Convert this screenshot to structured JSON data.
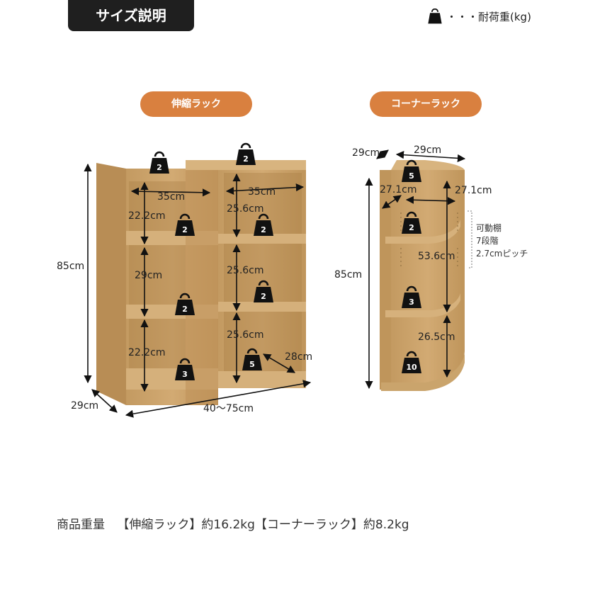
{
  "title": "サイズ説明",
  "legend": {
    "dots": "・・・",
    "label": "耐荷重(kg)"
  },
  "racks": {
    "extend": {
      "label": "伸縮ラック",
      "dims": {
        "height": "85cm",
        "depth": "29cm",
        "width": "40〜75cm",
        "cell_width_left": "35cm",
        "cell_width_right": "35cm",
        "left_rows": [
          "22.2cm",
          "29cm",
          "22.2cm"
        ],
        "right_rows": [
          "25.6cm",
          "25.6cm",
          "25.6cm"
        ],
        "inner_depth": "28cm"
      },
      "weights": [
        "2",
        "2",
        "2",
        "2",
        "2",
        "2",
        "3",
        "5"
      ]
    },
    "corner": {
      "label": "コーナーラック",
      "dims": {
        "height": "85cm",
        "depth": "29cm",
        "width": "29cm",
        "inner_left": "27.1cm",
        "inner_right": "27.1cm",
        "upper": "53.6cm",
        "lower": "26.5cm"
      },
      "weights": [
        "5",
        "2",
        "3",
        "10"
      ],
      "note": [
        "可動棚",
        "7段階",
        "2.7cmピッチ"
      ]
    }
  },
  "footer": {
    "prefix": "商品重量",
    "extend": "【伸縮ラック】約16.2kg",
    "corner": "【コーナーラック】約8.2kg"
  },
  "colors": {
    "wood": "#c9a26a",
    "wood_dark": "#b38a52",
    "accent": "#d9803f",
    "badge": "#1f1f1f"
  }
}
